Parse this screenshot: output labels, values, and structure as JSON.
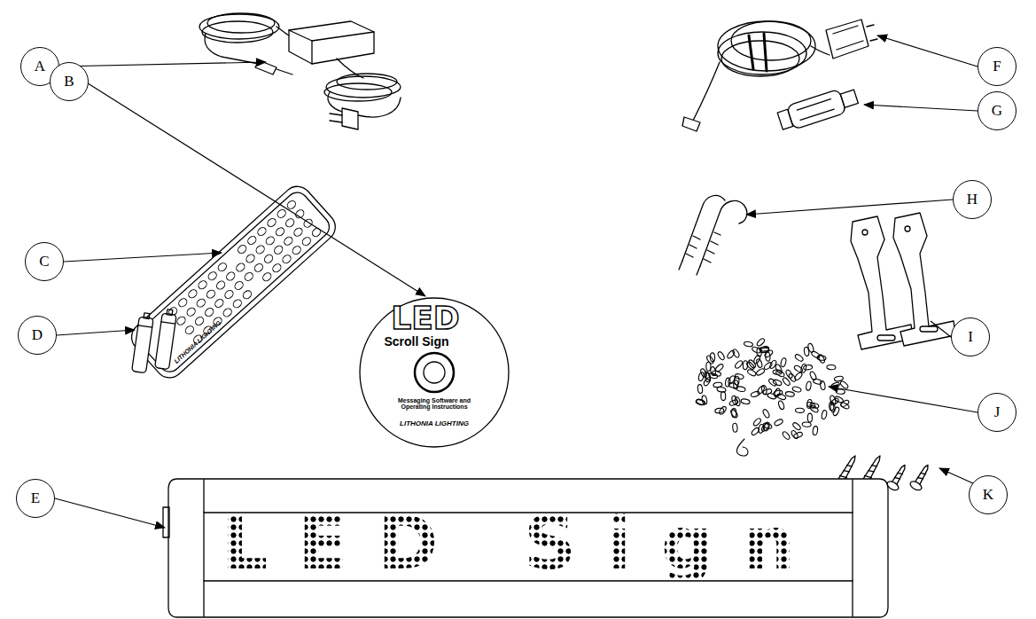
{
  "diagram": {
    "nodes": [
      {
        "text": [
          "A"
        ]
      },
      {
        "text": [
          "B"
        ]
      },
      {
        "text": [
          "C"
        ]
      },
      {
        "text": [
          "D"
        ]
      },
      {
        "text": [
          "E"
        ]
      },
      {
        "text": [
          "F"
        ]
      },
      {
        "text": [
          "G"
        ]
      },
      {
        "text": [
          "H"
        ]
      },
      {
        "text": [
          "I"
        ]
      },
      {
        "text": [
          "J"
        ]
      },
      {
        "text": [
          "K"
        ]
      }
    ],
    "labels": [
      "LED",
      "Scroll Sign",
      "Messaging Software and Operating Instructions",
      "LITHONIA LIGHTING",
      "LITHONIA LIGHTING",
      "LED Sign"
    ]
  }
}
